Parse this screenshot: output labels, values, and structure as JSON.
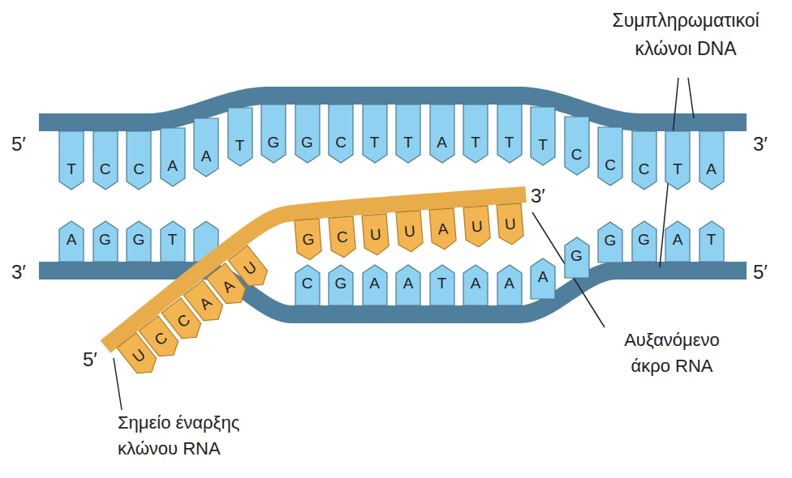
{
  "diagram": {
    "nodes": [
      {
        "text": [
          "T"
        ]
      },
      {
        "text": [
          "C"
        ]
      },
      {
        "text": [
          "C"
        ]
      },
      {
        "text": [
          "A"
        ]
      },
      {
        "text": [
          "A"
        ]
      },
      {
        "text": [
          "T"
        ]
      },
      {
        "text": [
          "G"
        ]
      },
      {
        "text": [
          "G"
        ]
      },
      {
        "text": [
          "C"
        ]
      },
      {
        "text": [
          "T"
        ]
      },
      {
        "text": [
          "T"
        ]
      },
      {
        "text": [
          "A"
        ]
      },
      {
        "text": [
          "T"
        ]
      },
      {
        "text": [
          "T"
        ]
      },
      {
        "text": [
          "T"
        ]
      },
      {
        "text": [
          "C"
        ]
      },
      {
        "text": [
          "C"
        ]
      },
      {
        "text": [
          "C"
        ]
      },
      {
        "text": [
          "T"
        ]
      },
      {
        "text": [
          "A"
        ]
      },
      {
        "text": [
          "A"
        ]
      },
      {
        "text": [
          "G"
        ]
      },
      {
        "text": [
          "G"
        ]
      },
      {
        "text": [
          "T"
        ]
      },
      {
        "text": [
          "C"
        ]
      },
      {
        "text": [
          "G"
        ]
      },
      {
        "text": [
          "A"
        ]
      },
      {
        "text": [
          "A"
        ]
      },
      {
        "text": [
          "T"
        ]
      },
      {
        "text": [
          "A"
        ]
      },
      {
        "text": [
          "A"
        ]
      },
      {
        "text": [
          "A"
        ]
      },
      {
        "text": [
          "G"
        ]
      },
      {
        "text": [
          "G"
        ]
      },
      {
        "text": [
          "G"
        ]
      },
      {
        "text": [
          "A"
        ]
      },
      {
        "text": [
          "T"
        ]
      },
      {
        "text": [
          "U"
        ]
      },
      {
        "text": [
          "C"
        ]
      },
      {
        "text": [
          "C"
        ]
      },
      {
        "text": [
          "A"
        ]
      },
      {
        "text": [
          "A"
        ]
      },
      {
        "text": [
          "U"
        ]
      },
      {
        "text": [
          "G"
        ]
      },
      {
        "text": [
          "C"
        ]
      },
      {
        "text": [
          "U"
        ]
      },
      {
        "text": [
          "U"
        ]
      },
      {
        "text": [
          "A"
        ]
      },
      {
        "text": [
          "U"
        ]
      },
      {
        "text": [
          "U"
        ]
      }
    ],
    "labels": [
      "5′",
      "3′",
      "3′",
      "5′",
      "3′",
      "5′",
      "Συμπληρωματικοί κλώνοι DNA",
      "Αυξανόμενο άκρο RNA",
      "Σημείο έναρξης κλώνου RNA"
    ]
  }
}
